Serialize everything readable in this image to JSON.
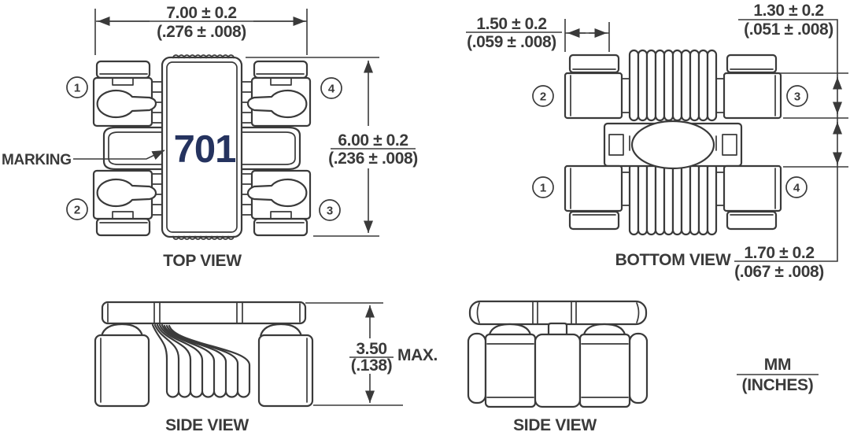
{
  "colors": {
    "line": "#3a3a3a",
    "text": "#3a3a3a",
    "marking_text": "#25335f",
    "background": "#ffffff"
  },
  "units_legend": {
    "mm": "MM",
    "inches": "(INCHES)"
  },
  "top_view": {
    "label": "TOP VIEW",
    "marking_label": "MARKING",
    "marking_value": "701",
    "pin_top_left": "1",
    "pin_bottom_left": "2",
    "pin_top_right": "4",
    "pin_bottom_right": "3",
    "dim_width_mm": "7.00 ± 0.2",
    "dim_width_in": "(.276 ± .008)",
    "dim_height_mm": "6.00 ± 0.2",
    "dim_height_in": "(.236 ± .008)"
  },
  "bottom_view": {
    "label": "BOTTOM VIEW",
    "pin_top_left": "2",
    "pin_top_right": "3",
    "pin_bottom_left": "1",
    "pin_bottom_right": "4",
    "dim_pad_width_mm": "1.50 ± 0.2",
    "dim_pad_width_in": "(.059 ± .008)",
    "dim_pad_length_mm": "1.30 ± 0.2",
    "dim_pad_length_in": "(.051 ± .008)",
    "dim_pad_gap_mm": "1.70 ± 0.2",
    "dim_pad_gap_in": "(.067 ± .008)"
  },
  "side_view_front": {
    "label": "SIDE VIEW",
    "dim_height_mm": "3.50",
    "dim_height_in": "(.138)",
    "dim_height_suffix": "MAX."
  },
  "side_view_end": {
    "label": "SIDE VIEW"
  }
}
